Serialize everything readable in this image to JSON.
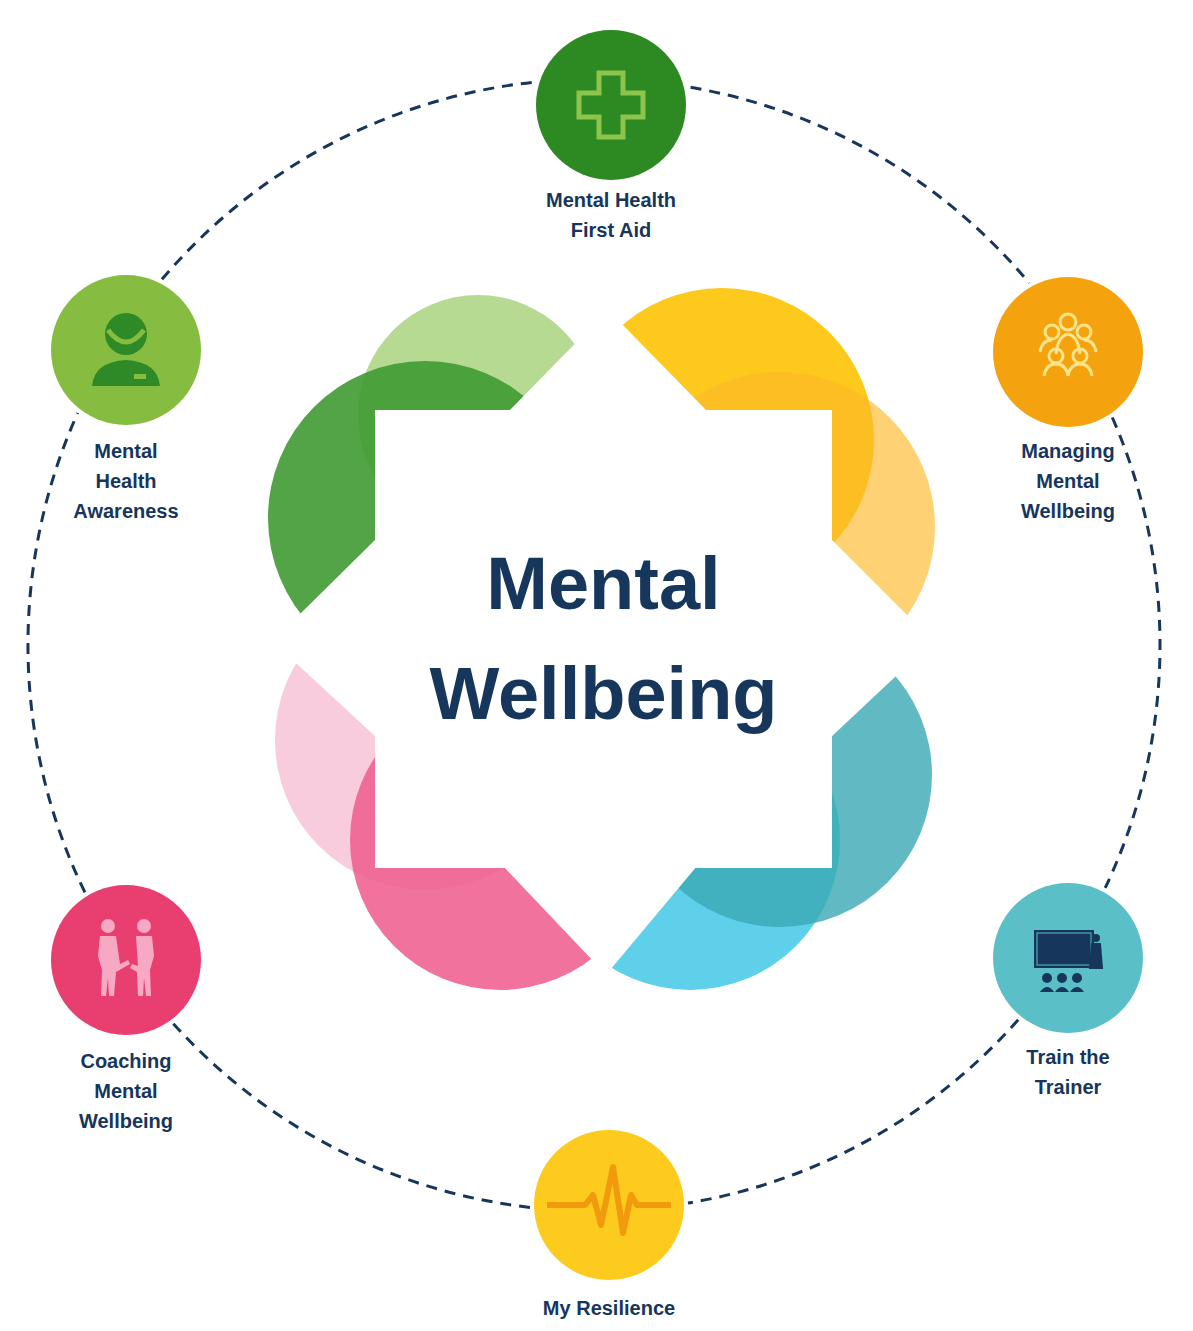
{
  "diagram": {
    "nodes": [
      {
        "text": [
          "Mental Health First Aid"
        ]
      },
      {
        "text": [
          "Mental Health Awareness"
        ]
      },
      {
        "text": [
          "Managing Mental Wellbeing"
        ]
      },
      {
        "text": [
          "Mental Wellbeing"
        ]
      },
      {
        "text": [
          "Coaching Mental Wellbeing"
        ]
      },
      {
        "text": [
          "Train the Trainer"
        ]
      },
      {
        "text": [
          "My Resilience"
        ]
      }
    ],
    "edges": [
      {
        "from": 0,
        "to": 2,
        "arrow": "none"
      },
      {
        "from": 2,
        "to": 5,
        "arrow": "none"
      },
      {
        "from": 5,
        "to": 6,
        "arrow": "none"
      },
      {
        "from": 6,
        "to": 4,
        "arrow": "none"
      },
      {
        "from": 4,
        "to": 1,
        "arrow": "none"
      },
      {
        "from": 1,
        "to": 0,
        "arrow": "none"
      }
    ]
  }
}
